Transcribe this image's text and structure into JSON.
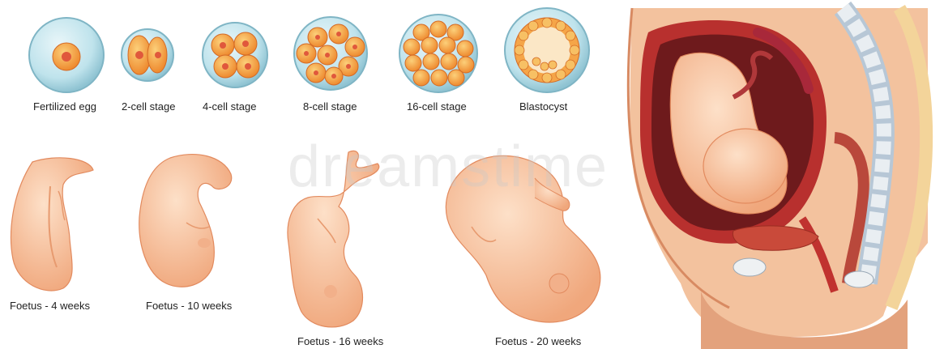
{
  "cell_stages": [
    {
      "id": "fertilized-egg",
      "label": "Fertilized egg"
    },
    {
      "id": "2-cell",
      "label": "2-cell stage"
    },
    {
      "id": "4-cell",
      "label": "4-cell stage"
    },
    {
      "id": "8-cell",
      "label": "8-cell stage"
    },
    {
      "id": "16-cell",
      "label": "16-cell stage"
    },
    {
      "id": "blastocyst",
      "label": "Blastocyst"
    }
  ],
  "foetus_stages": [
    {
      "id": "4-weeks",
      "label": "Foetus - 4 weeks"
    },
    {
      "id": "10-weeks",
      "label": "Foetus - 10 weeks"
    },
    {
      "id": "16-weeks",
      "label": "Foetus - 16 weeks"
    },
    {
      "id": "20-weeks",
      "label": "Foetus - 20 weeks"
    }
  ],
  "watermark": "dreamstime",
  "colors": {
    "zona": "#bfe3ec",
    "zona_edge": "#7fb5c5",
    "cell": "#f49a3c",
    "cell_light": "#f7b55e",
    "nucleus": "#e0583c",
    "foetus": "#f8c29b",
    "foetus_shade": "#e9a27a",
    "uterus": "#c0322f",
    "belly": "#e3a27d"
  }
}
